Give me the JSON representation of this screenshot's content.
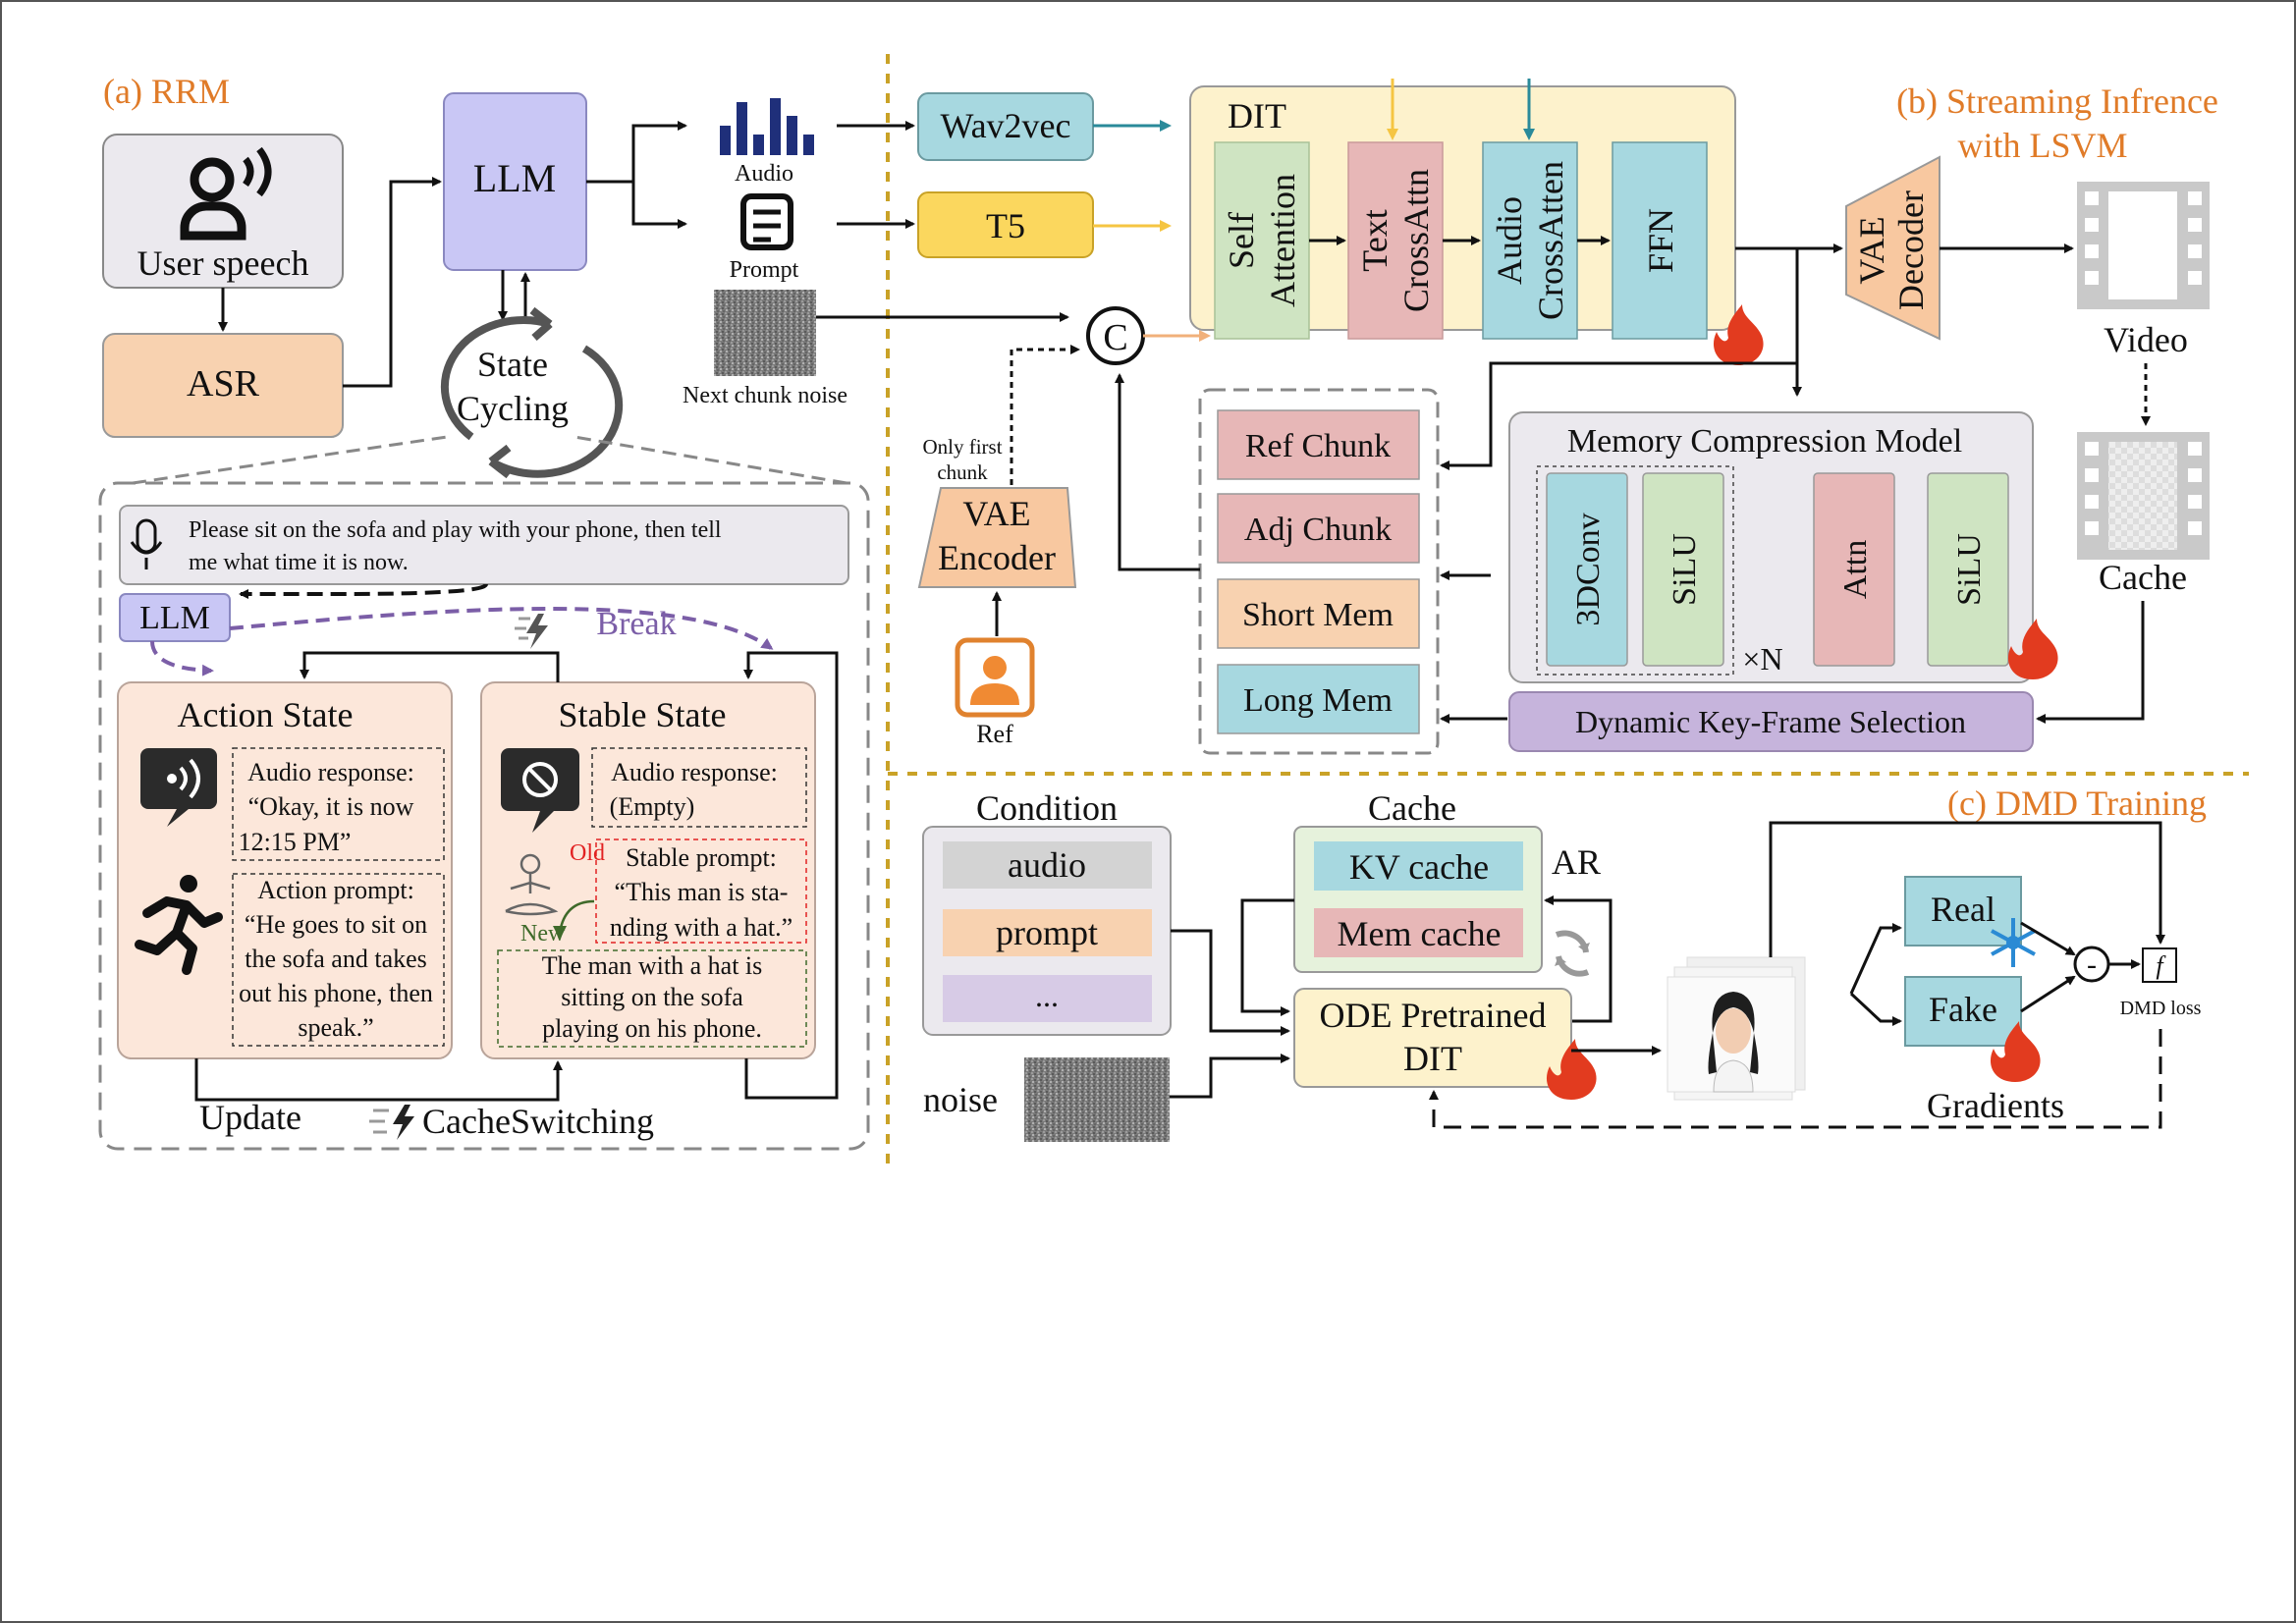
{
  "sections": {
    "rrm": "(a) RRM",
    "streaming_1": "(b) Streaming Infrence",
    "streaming_2": "with LSVM",
    "dmd": "(c) DMD Training"
  },
  "rrm": {
    "user_speech": "User speech",
    "asr": "ASR",
    "llm": "LLM",
    "state_cycling_1": "State",
    "state_cycling_2": "Cycling",
    "audio": "Audio",
    "prompt": "Prompt",
    "next_chunk_noise": "Next chunk noise",
    "query_1": "Please sit on the sofa and play with your phone, then tell",
    "query_2": "me what time it is now.",
    "llm_small": "LLM",
    "break": "Break",
    "action_state": "Action State",
    "stable_state": "Stable State",
    "action_audio_1": "Audio response:",
    "action_audio_2": "“Okay, it is now",
    "action_audio_3": "12:15 PM”",
    "action_prompt_1": "Action prompt:",
    "action_prompt_2": "“He goes to sit on",
    "action_prompt_3": "the sofa and takes",
    "action_prompt_4": "out his phone, then",
    "action_prompt_5": "speak.”",
    "stable_audio_1": "Audio response:",
    "stable_audio_2": "(Empty)",
    "stable_prompt_1": "Stable prompt:",
    "stable_prompt_2": "“This man is sta-",
    "stable_prompt_3": "nding with a hat.”",
    "old": "Old",
    "new": "New",
    "stable_desc_1": "The man with a hat is",
    "stable_desc_2": "sitting on the sofa",
    "stable_desc_3": "playing on his phone.",
    "update": "Update",
    "cache_switching": "CacheSwitching"
  },
  "streaming": {
    "wav2vec": "Wav2vec",
    "t5": "T5",
    "dit": "DIT",
    "self_attention_1": "Self",
    "self_attention_2": "Attention",
    "text_cross_1": "Text",
    "text_cross_2": "CrossAttn",
    "audio_cross_1": "Audio",
    "audio_cross_2": "CrossAtten",
    "ffn": "FFN",
    "vae_decoder_1": "VAE",
    "vae_decoder_2": "Decoder",
    "video": "Video",
    "cache": "Cache",
    "concat": "C",
    "only_first_1": "Only first",
    "only_first_2": "chunk",
    "vae_encoder_1": "VAE",
    "vae_encoder_2": "Encoder",
    "ref": "Ref",
    "ref_chunk": "Ref Chunk",
    "adj_chunk": "Adj Chunk",
    "short_mem": "Short Mem",
    "long_mem": "Long Mem",
    "memory_model": "Memory Compression Model",
    "conv3d": "3DConv",
    "silu": "SiLU",
    "attn": "Attn",
    "times_n": "×N",
    "dynamic_selection": "Dynamic Key-Frame Selection"
  },
  "dmd": {
    "condition": "Condition",
    "audio": "audio",
    "prompt": "prompt",
    "ellipsis": "...",
    "noise": "noise",
    "cache": "Cache",
    "kv_cache": "KV cache",
    "mem_cache": "Mem cache",
    "ar": "AR",
    "ode_1": "ODE Pretrained",
    "ode_2": "DIT",
    "real": "Real",
    "fake": "Fake",
    "minus": "-",
    "f": "f",
    "dmd_loss": "DMD loss",
    "gradients": "Gradients"
  },
  "colors": {
    "orange_label": "#e07b28",
    "purple_block": "#c9c7f5",
    "peach": "#f8d2b0",
    "teal": "#a7d8e0",
    "yellow": "#fbd75e",
    "pink": "#e7b7b7",
    "green": "#cfe4c2",
    "lavender": "#c6b4dc",
    "dit_bg": "#fdf2cc",
    "gray_panel": "#ebe9ee"
  }
}
